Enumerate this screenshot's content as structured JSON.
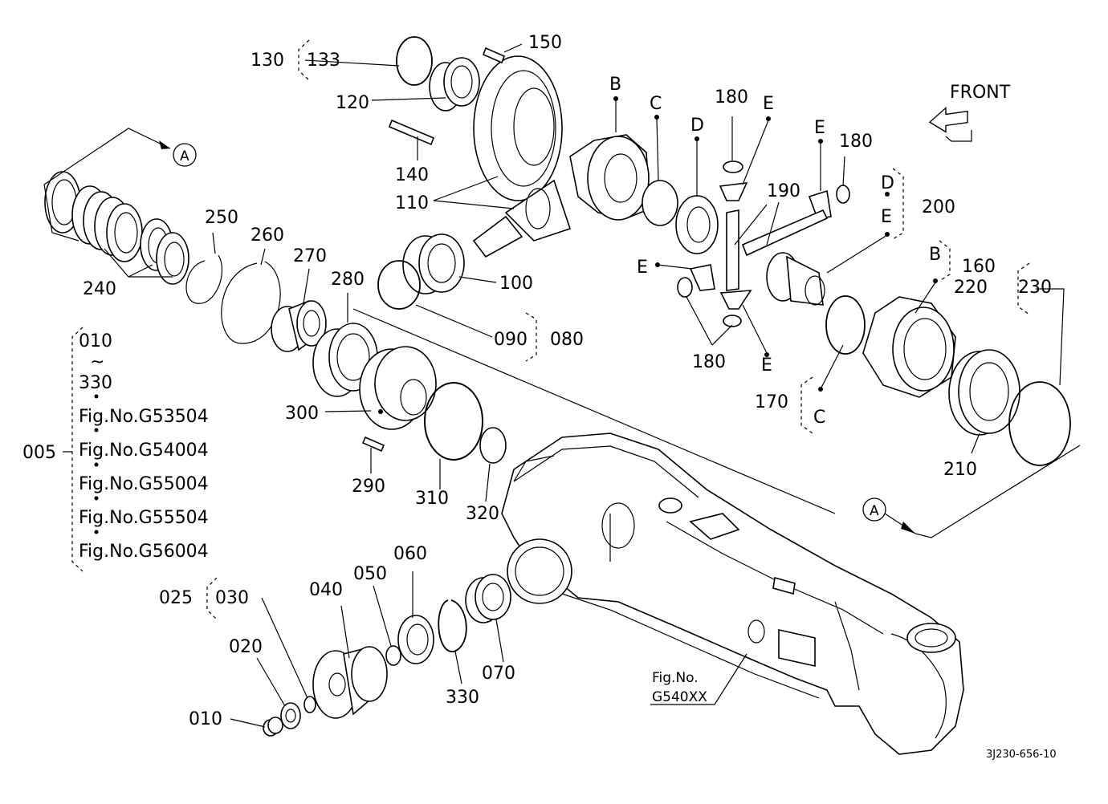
{
  "diagram": {
    "front_label": "FRONT",
    "drawing_number": "3J230-656-10",
    "ref_fig": {
      "line1": "Fig.No.",
      "line2": "G540XX"
    },
    "group_005": {
      "id": "005",
      "range_from": "010",
      "range_tilde": "~",
      "range_to": "330",
      "figs": [
        "Fig.No.G53504",
        "Fig.No.G54004",
        "Fig.No.G55004",
        "Fig.No.G55504",
        "Fig.No.G56004"
      ]
    },
    "section_markers": {
      "a_top": "A",
      "a_bottom": "A"
    },
    "letters": {
      "b_top": "B",
      "c_top": "C",
      "d_top": "D",
      "e_top": "E",
      "e_right": "E",
      "e_left": "E",
      "e_bottom": "E",
      "d_group": "D",
      "e_group": "E",
      "b_160": "B",
      "c_170": "C"
    },
    "parts": {
      "p010": "010",
      "p020": "020",
      "p025": "025",
      "p030": "030",
      "p040": "040",
      "p050": "050",
      "p060": "060",
      "p070": "070",
      "p080": "080",
      "p090": "090",
      "p100": "100",
      "p110": "110",
      "p120": "120",
      "p130": "130",
      "p133": "133",
      "p140": "140",
      "p150": "150",
      "p160": "160",
      "p170": "170",
      "p180a": "180",
      "p180b": "180",
      "p180c": "180",
      "p190": "190",
      "p200": "200",
      "p210": "210",
      "p220": "220",
      "p230": "230",
      "p240": "240",
      "p250": "250",
      "p260": "260",
      "p270": "270",
      "p280": "280",
      "p290": "290",
      "p300": "300",
      "p310": "310",
      "p320": "320",
      "p330": "330"
    }
  }
}
